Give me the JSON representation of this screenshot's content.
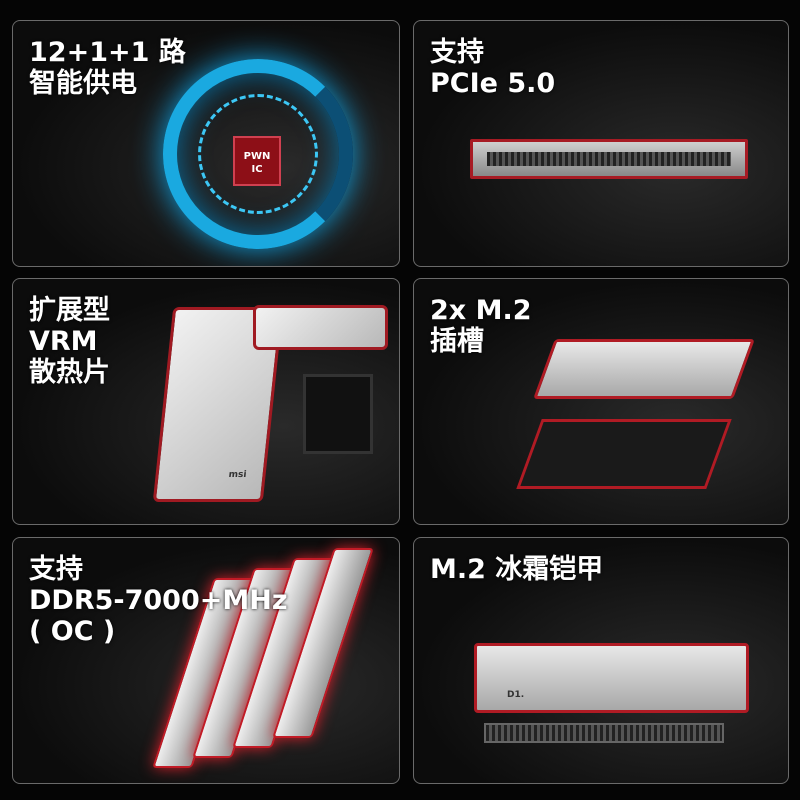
{
  "panels": [
    {
      "title": [
        "12+1+1 路",
        "智能供电"
      ],
      "chip_label": [
        "PWN",
        "IC"
      ]
    },
    {
      "title": [
        "支持",
        "PCIe 5.0"
      ]
    },
    {
      "title": [
        "扩展型",
        "VRM",
        "散热片"
      ],
      "badge": "msi"
    },
    {
      "title": [
        "2x M.2",
        "插槽"
      ]
    },
    {
      "title": [
        "支持",
        "DDR5-7000+MHz",
        "( OC )"
      ]
    },
    {
      "title": [
        "M.2 冰霜铠甲"
      ],
      "ssd_label": "D1."
    }
  ],
  "colors": {
    "accent_red": "#b01b24",
    "accent_blue": "#1aa9e0"
  }
}
